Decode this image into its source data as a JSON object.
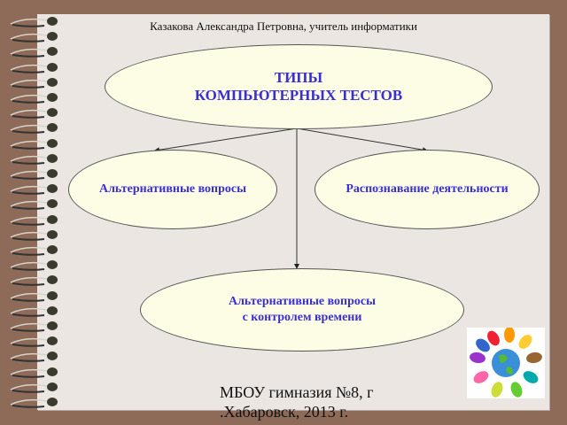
{
  "header": {
    "author": "Казакова Александра Петровна, учитель информатики"
  },
  "diagram": {
    "root": {
      "line1": "ТИПЫ",
      "line2": "КОМПЬЮТЕРНЫХ ТЕСТОВ"
    },
    "children": [
      {
        "label": "Альтернативные вопросы"
      },
      {
        "label": "Распознавание деятельности"
      },
      {
        "line1": "Альтернативные вопросы",
        "line2": "с контролем времени"
      }
    ]
  },
  "footer": {
    "line1": "МБОУ гимназия №8, г",
    "line2": ".Хабаровск, 2013 г."
  },
  "colors": {
    "background": "#8e6b58",
    "paper": "#ebe6e2",
    "ellipse_fill": "#fdfde6",
    "text_accent": "#3a2fd0"
  }
}
